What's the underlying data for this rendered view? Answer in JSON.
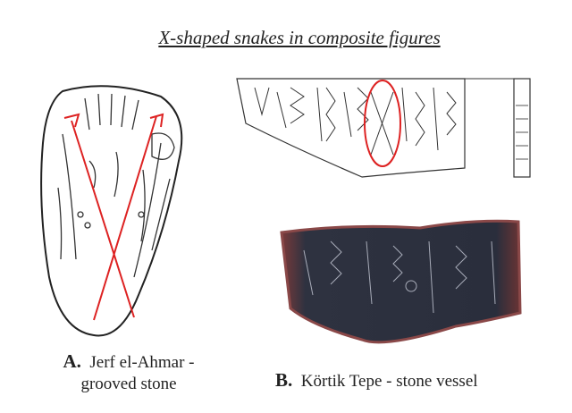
{
  "title": "X-shaped snakes in composite figures",
  "captions": {
    "a": {
      "letter": "A.",
      "line1": "Jerf el-Ahmar -",
      "line2": "grooved stone"
    },
    "b": {
      "letter": "B.",
      "text": "Körtik Tepe - stone vessel"
    }
  },
  "colors": {
    "highlight": "#d22"
  }
}
